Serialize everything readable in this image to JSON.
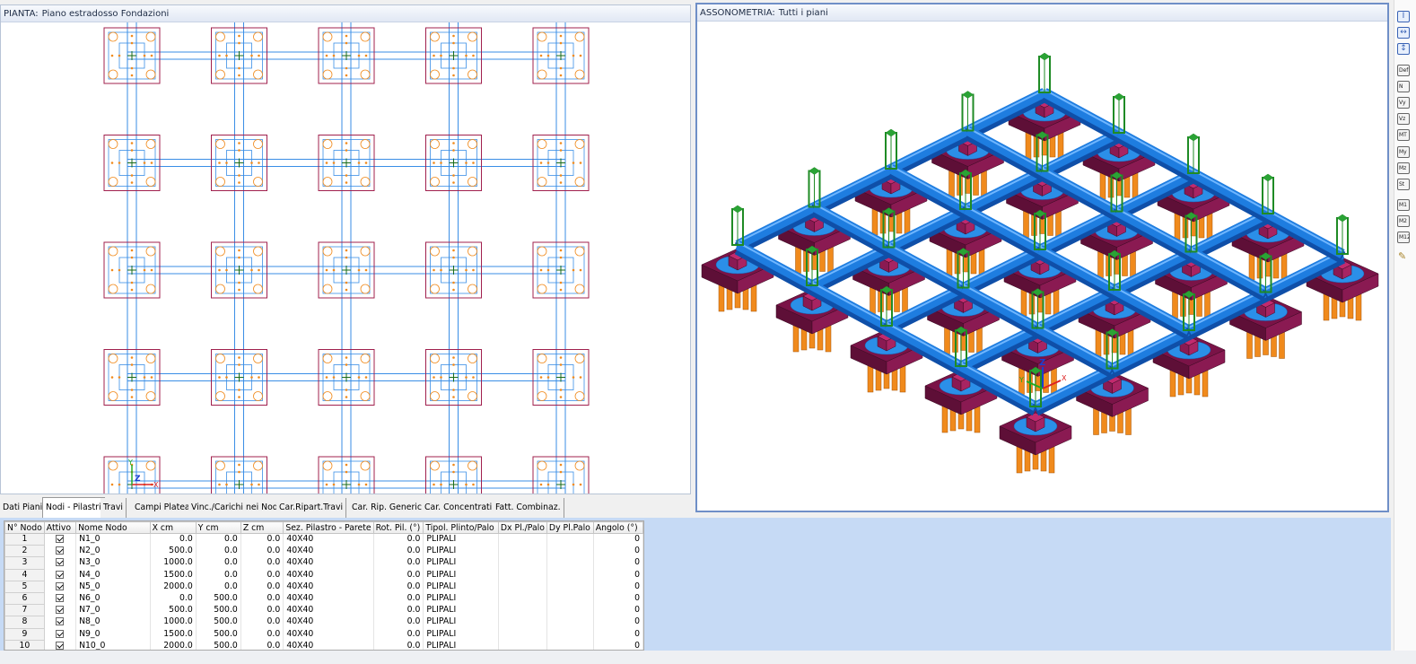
{
  "plan": {
    "view_label": "PIANTA:",
    "level_name": "Piano estradosso Fondazioni",
    "grid_x_count": 5,
    "grid_y_count": 5
  },
  "iso": {
    "view_label": "ASSONOMETRIA:",
    "scope_name": "Tutti i piani",
    "axis_z": "Z",
    "axis_x": "X",
    "axis_y": "Y"
  },
  "plan_axes": {
    "z": "Z",
    "x": "X",
    "y": "Y"
  },
  "toolbar": {
    "items": [
      {
        "label": "I",
        "icon": "column-section-icon"
      },
      {
        "label": "↔",
        "icon": "horizontal-dimension-icon"
      },
      {
        "label": "↕",
        "icon": "vertical-dimension-icon"
      },
      {
        "label": "Def",
        "icon": "deformed-icon"
      },
      {
        "label": "N",
        "icon": "axial-force-icon"
      },
      {
        "label": "Vy",
        "icon": "shear-y-icon"
      },
      {
        "label": "Vz",
        "icon": "shear-z-icon"
      },
      {
        "label": "MT",
        "icon": "torsion-icon"
      },
      {
        "label": "My",
        "icon": "moment-y-icon"
      },
      {
        "label": "Mz",
        "icon": "moment-z-icon"
      },
      {
        "label": "St",
        "icon": "stress-icon"
      },
      {
        "label": "M1",
        "icon": "mode-1-icon"
      },
      {
        "label": "M2",
        "icon": "mode-2-icon"
      },
      {
        "label": "M12",
        "icon": "mode-12-icon"
      },
      {
        "label": "✎",
        "icon": "pencil-icon"
      }
    ]
  },
  "tabs": [
    "Dati Piani",
    "Nodi - Pilastri",
    "Travi",
    "Campi Platea",
    "Vinc./Carichi  nei Nodi",
    "Car.Ripart.Travi",
    "Car. Rip. Generici",
    "Car. Concentrati",
    "Fatt. Combinaz."
  ],
  "active_tab": 1,
  "table": {
    "columns": [
      "N° Nodo",
      "Attivo",
      "Nome  Nodo",
      "X  cm",
      "Y  cm",
      "Z  cm",
      "Sez. Pilastro - Parete",
      "Rot. Pil.  (°)",
      "Tipol. Plinto/Palo",
      "Dx Pl./Palo",
      "Dy Pl.Palo",
      "Angolo (°)"
    ],
    "rows": [
      [
        "1",
        true,
        "N1_0",
        "0.0",
        "0.0",
        "0.0",
        "40X40",
        "0.0",
        "PLIPALI",
        "",
        "",
        "0"
      ],
      [
        "2",
        true,
        "N2_0",
        "500.0",
        "0.0",
        "0.0",
        "40X40",
        "0.0",
        "PLIPALI",
        "",
        "",
        "0"
      ],
      [
        "3",
        true,
        "N3_0",
        "1000.0",
        "0.0",
        "0.0",
        "40X40",
        "0.0",
        "PLIPALI",
        "",
        "",
        "0"
      ],
      [
        "4",
        true,
        "N4_0",
        "1500.0",
        "0.0",
        "0.0",
        "40X40",
        "0.0",
        "PLIPALI",
        "",
        "",
        "0"
      ],
      [
        "5",
        true,
        "N5_0",
        "2000.0",
        "0.0",
        "0.0",
        "40X40",
        "0.0",
        "PLIPALI",
        "",
        "",
        "0"
      ],
      [
        "6",
        true,
        "N6_0",
        "0.0",
        "500.0",
        "0.0",
        "40X40",
        "0.0",
        "PLIPALI",
        "",
        "",
        "0"
      ],
      [
        "7",
        true,
        "N7_0",
        "500.0",
        "500.0",
        "0.0",
        "40X40",
        "0.0",
        "PLIPALI",
        "",
        "",
        "0"
      ],
      [
        "8",
        true,
        "N8_0",
        "1000.0",
        "500.0",
        "0.0",
        "40X40",
        "0.0",
        "PLIPALI",
        "",
        "",
        "0"
      ],
      [
        "9",
        true,
        "N9_0",
        "1500.0",
        "500.0",
        "0.0",
        "40X40",
        "0.0",
        "PLIPALI",
        "",
        "",
        "0"
      ],
      [
        "10",
        true,
        "N10_0",
        "2000.0",
        "500.0",
        "0.0",
        "40X40",
        "0.0",
        "PLIPALI",
        "",
        "",
        "0"
      ]
    ]
  },
  "colors": {
    "plinth_outline": "#a0204e",
    "beam_line": "#3a8ee6",
    "rebar": "#f08a1c",
    "beam_3d": "#1e7de0",
    "plinth_3d": "#7a1347",
    "pile_3d": "#f08a1c",
    "column_3d": "#1f8b25",
    "grid_background": "#c6daf5"
  }
}
